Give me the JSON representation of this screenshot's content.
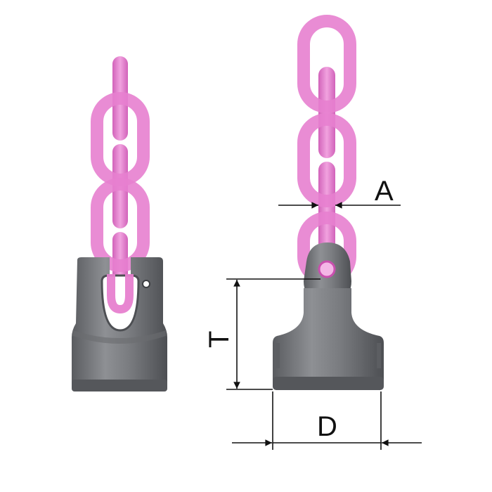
{
  "diagram": {
    "labels": {
      "A": "A",
      "T": "T",
      "D": "D"
    },
    "colors": {
      "chain": "#e77fcf",
      "chain_dark": "#c94fae",
      "fitting": "#7a7c80",
      "fitting_dark": "#4d4f53",
      "line": "#111111"
    }
  }
}
